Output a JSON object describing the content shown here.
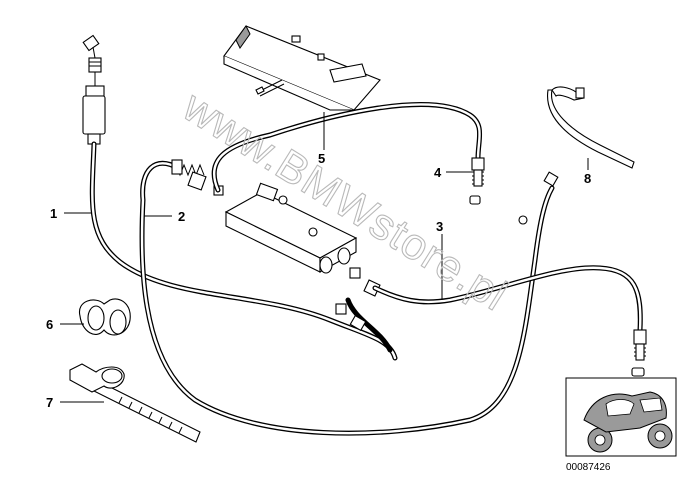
{
  "callouts": {
    "c1": "1",
    "c2": "2",
    "c3": "3",
    "c4": "4",
    "c5": "5",
    "c6": "6",
    "c7": "7",
    "c8": "8"
  },
  "watermark": "www.BMWstore.pl",
  "thumbnail": {
    "code": "00087426"
  }
}
